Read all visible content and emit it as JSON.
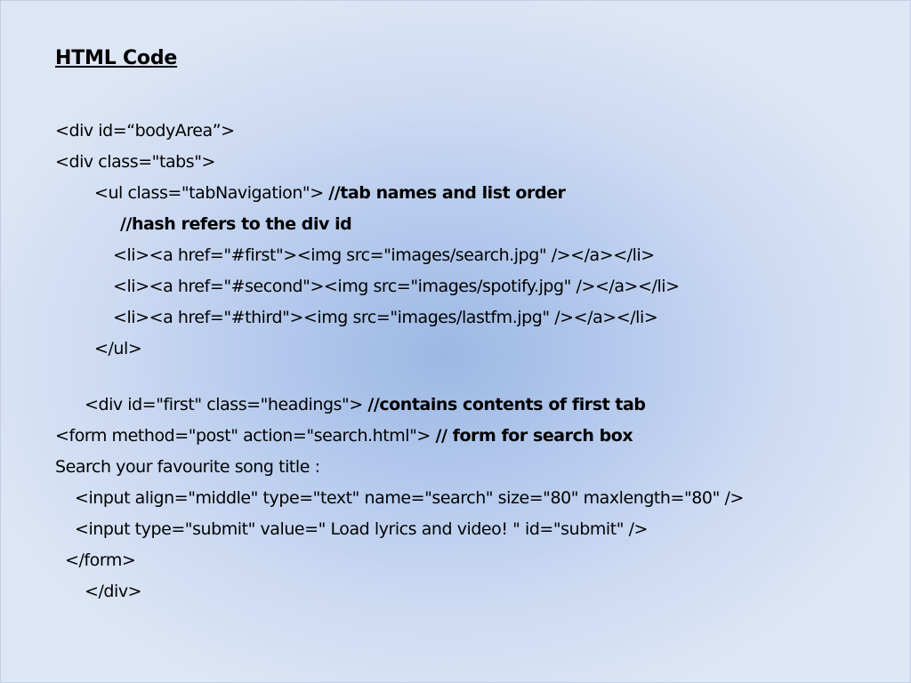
{
  "title": "HTML Code",
  "lines": [
    {
      "code": "<div id=“bodyArea”>",
      "comment": ""
    },
    {
      "code": "<div class=\"tabs\">",
      "comment": ""
    },
    {
      "code": "<ul class=\"tabNavigation\"> ",
      "comment": "//tab names and list order"
    },
    {
      "code": "",
      "comment": "//hash refers to the div id"
    },
    {
      "code": "<li><a href=\"#first\"><img src=\"images/search.jpg\" /></a></li>",
      "comment": ""
    },
    {
      "code": "<li><a href=\"#second\"><img src=\"images/spotify.jpg\" /></a></li>",
      "comment": ""
    },
    {
      "code": "<li><a href=\"#third\"><img src=\"images/lastfm.jpg\" /></a></li>",
      "comment": ""
    },
    {
      "code": "</ul>",
      "comment": ""
    },
    {
      "code": "<div id=\"first\" class=\"headings\"> ",
      "comment": "//contains contents of first tab"
    },
    {
      "code": "<form method=\"post\" action=\"search.html\"> ",
      "comment": "// form for search box"
    },
    {
      "code": "Search your favourite song title :",
      "comment": ""
    },
    {
      "code": "<input align=\"middle\" type=\"text\" name=\"search\" size=\"80\" maxlength=\"80\" />",
      "comment": ""
    },
    {
      "code": "<input type=\"submit\" value=\" Load lyrics and video! \" id=\"submit\" />",
      "comment": ""
    },
    {
      "code": "</form>",
      "comment": ""
    },
    {
      "code": "</div>",
      "comment": ""
    }
  ]
}
